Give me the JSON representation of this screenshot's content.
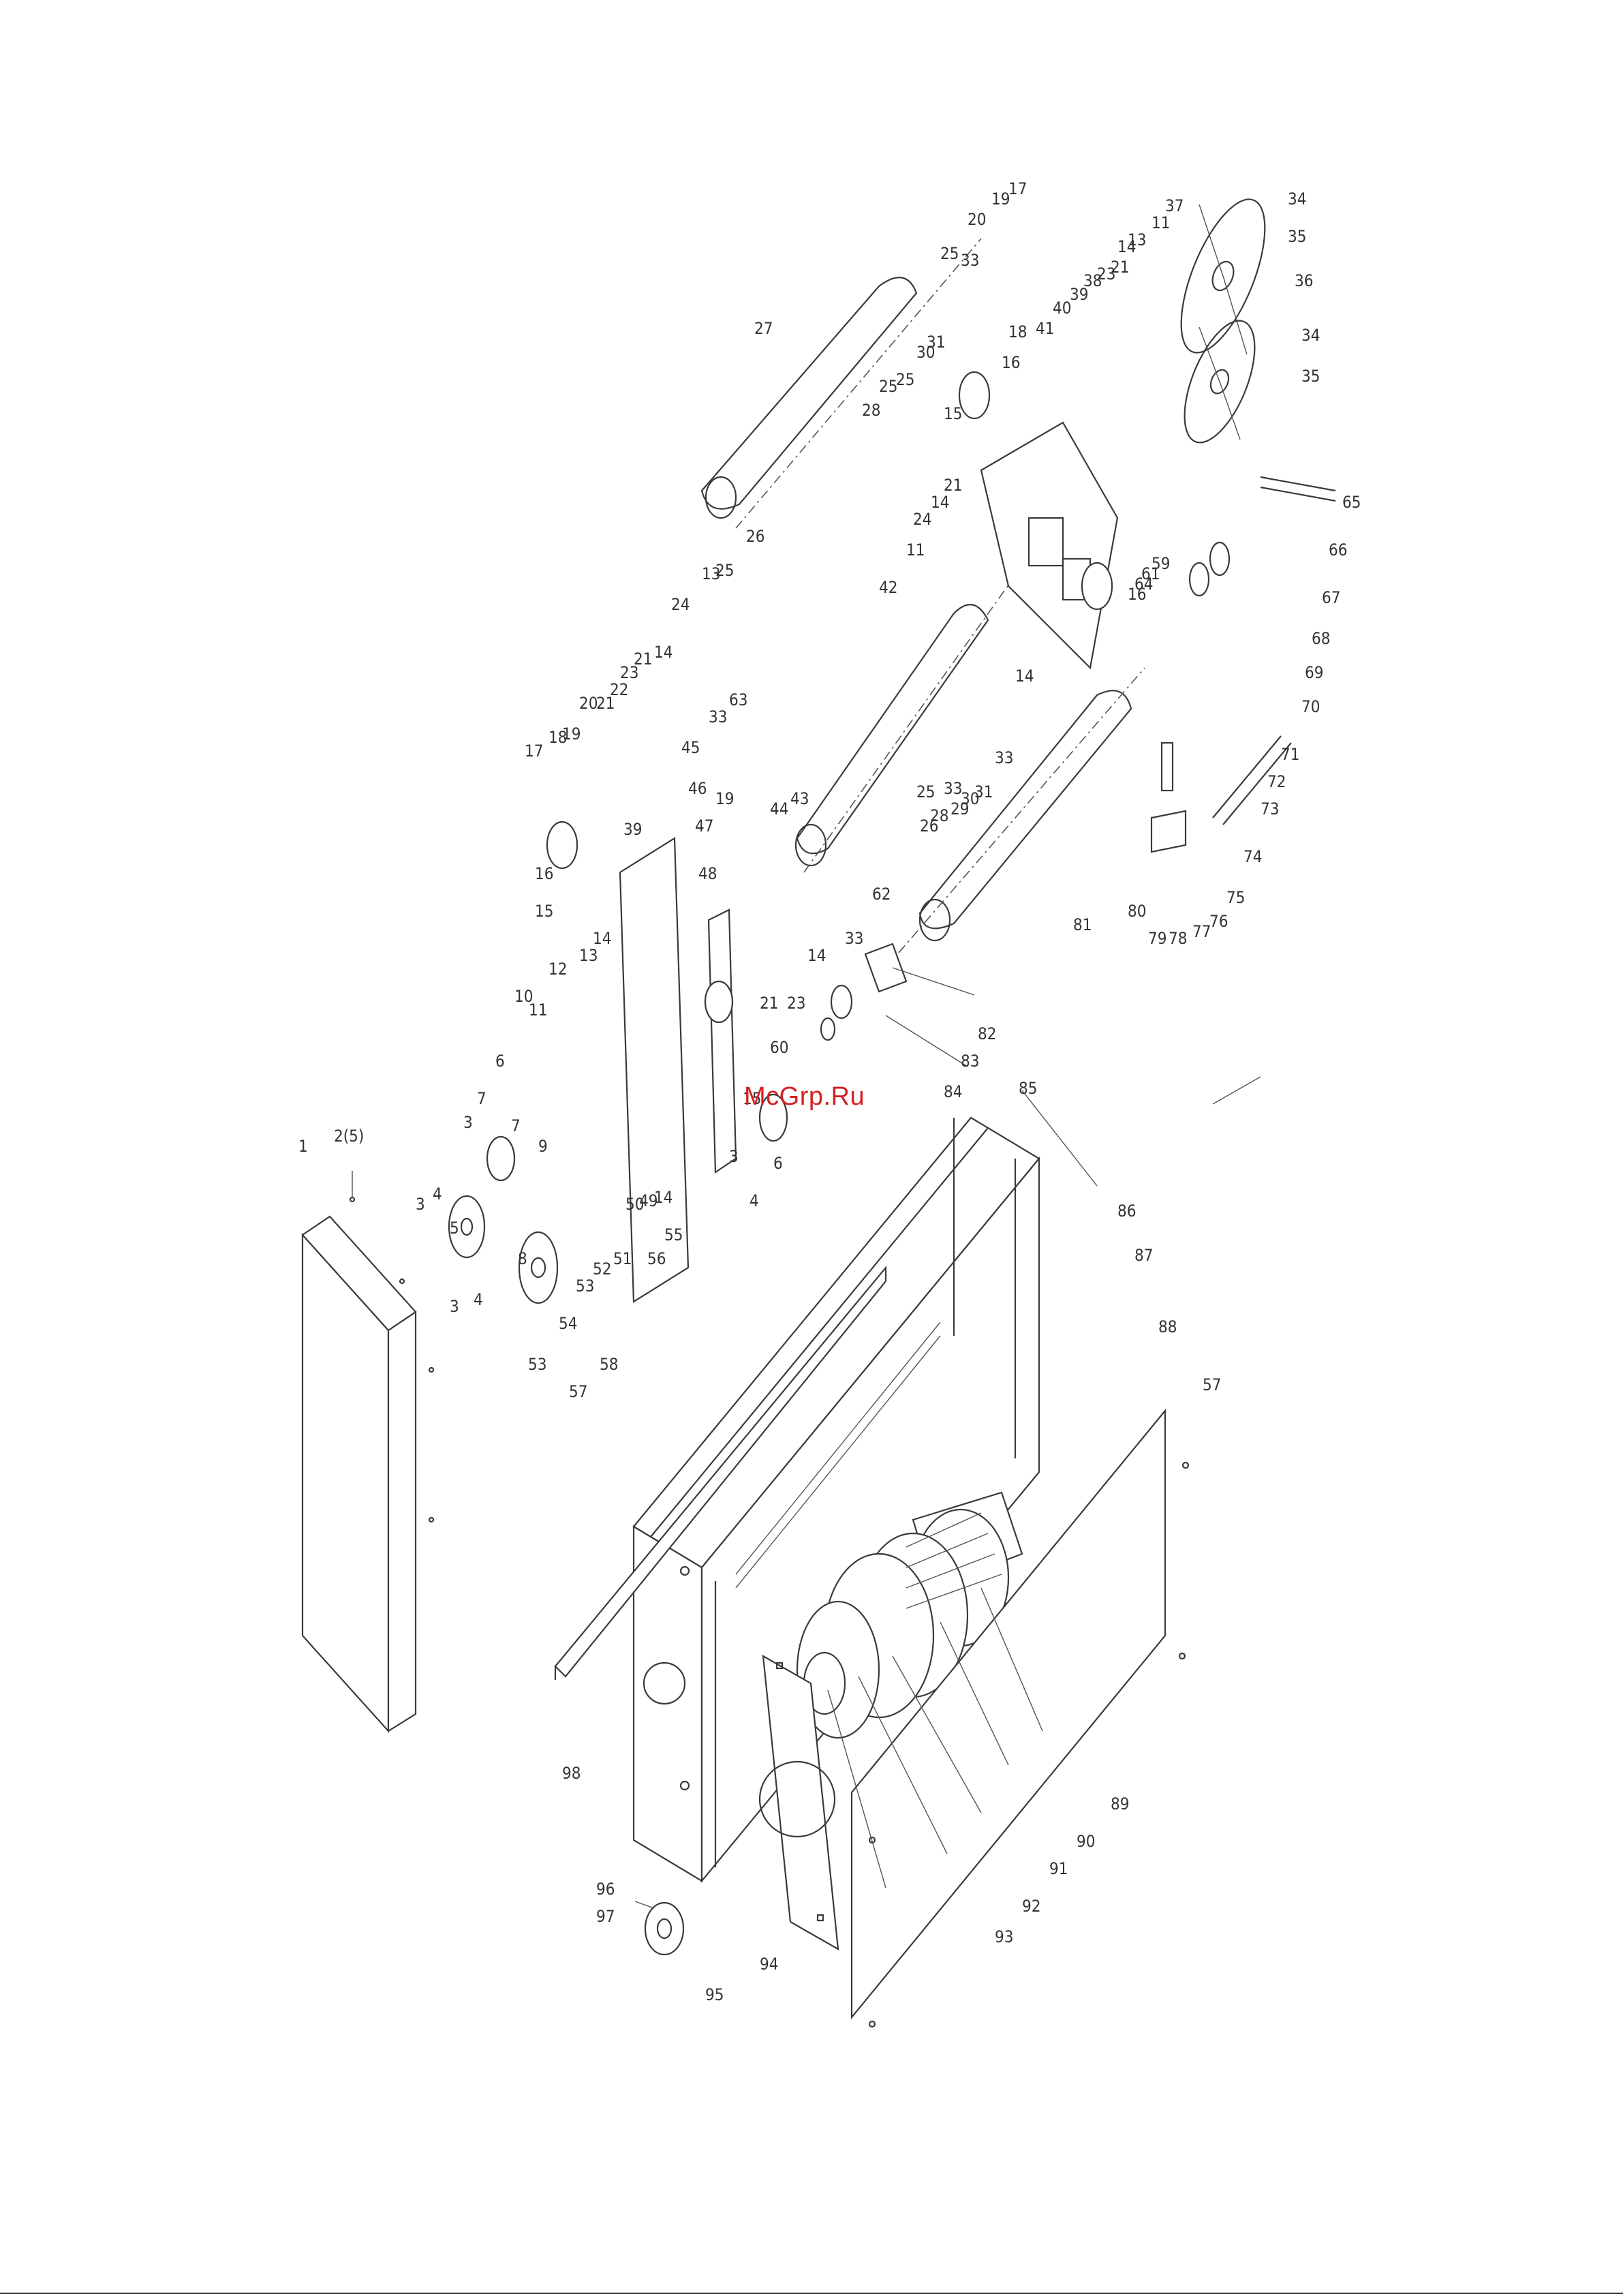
{
  "watermark": "McGrp.Ru",
  "colors": {
    "line": "#3a3a3a",
    "watermark": "#d62020",
    "background": "#ffffff"
  },
  "callouts": [
    "1",
    "2(5)",
    "3",
    "3",
    "3",
    "3",
    "4",
    "4",
    "4",
    "5",
    "6",
    "6",
    "7",
    "7",
    "8",
    "9",
    "10",
    "11",
    "11",
    "11",
    "12",
    "13",
    "13",
    "13",
    "14",
    "14",
    "14",
    "14",
    "14",
    "14",
    "14",
    "15",
    "15",
    "15",
    "16",
    "16",
    "16",
    "17",
    "17",
    "18",
    "18",
    "19",
    "19",
    "19",
    "20",
    "20",
    "21",
    "21",
    "21",
    "21",
    "21",
    "22",
    "23",
    "23",
    "23",
    "24",
    "24",
    "25",
    "25",
    "25",
    "25",
    "25",
    "26",
    "26",
    "27",
    "28",
    "28",
    "29",
    "30",
    "30",
    "31",
    "31",
    "33",
    "33",
    "33",
    "33",
    "33",
    "34",
    "34",
    "35",
    "35",
    "36",
    "37",
    "38",
    "39",
    "39",
    "40",
    "41",
    "42",
    "43",
    "44",
    "45",
    "46",
    "47",
    "48",
    "49",
    "50",
    "51",
    "52",
    "53",
    "53",
    "54",
    "55",
    "56",
    "57",
    "57",
    "58",
    "59",
    "60",
    "61",
    "62",
    "63",
    "64",
    "65",
    "66",
    "67",
    "68",
    "69",
    "70",
    "71",
    "72",
    "73",
    "74",
    "75",
    "76",
    "77",
    "78",
    "79",
    "80",
    "81",
    "82",
    "83",
    "84",
    "85",
    "86",
    "87",
    "88",
    "89",
    "90",
    "91",
    "92",
    "93",
    "94",
    "95",
    "96",
    "97",
    "98"
  ]
}
